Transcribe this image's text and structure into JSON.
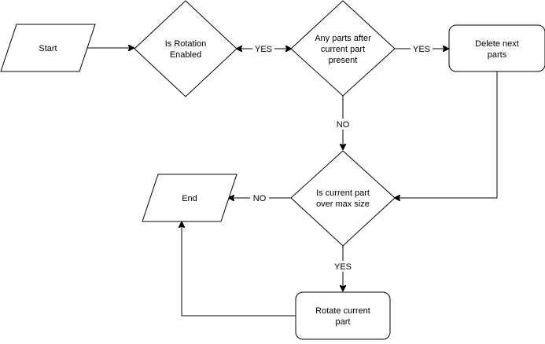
{
  "diagram": {
    "nodes": {
      "start": {
        "lines": [
          "Start"
        ]
      },
      "rotation": {
        "lines": [
          "Is Rotation",
          "Enabled"
        ]
      },
      "parts_after": {
        "lines": [
          "Any parts after",
          "current part",
          "present"
        ]
      },
      "delete": {
        "lines": [
          "Delete next",
          "parts"
        ]
      },
      "over_max": {
        "lines": [
          "Is current part",
          "over max size"
        ]
      },
      "end": {
        "lines": [
          "End"
        ]
      },
      "rotate": {
        "lines": [
          "Rotate current",
          "part"
        ]
      }
    },
    "edge_labels": {
      "rotation_to_parts": "YES",
      "parts_to_delete": "YES",
      "parts_to_overmax": "NO",
      "overmax_to_end": "NO",
      "overmax_to_rotate": "YES"
    }
  }
}
